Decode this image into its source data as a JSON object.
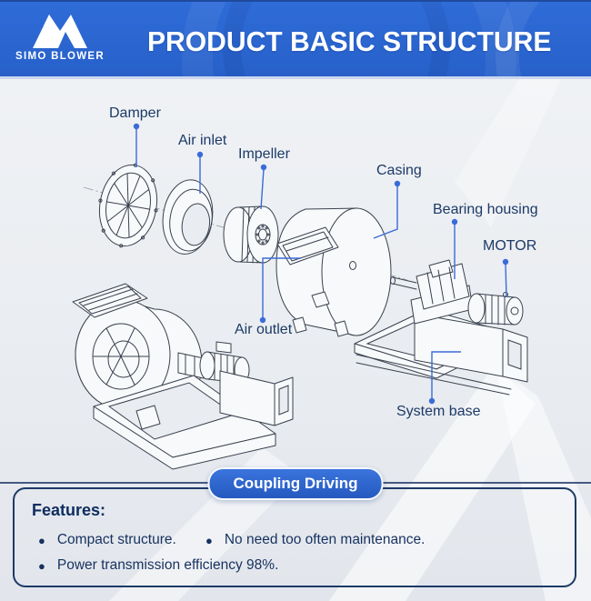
{
  "header": {
    "brand": "SIMO BLOWER",
    "title": "PRODUCT BASIC STRUCTURE"
  },
  "diagram": {
    "labels": [
      {
        "id": "damper",
        "text": "Damper"
      },
      {
        "id": "air-inlet",
        "text": "Air inlet"
      },
      {
        "id": "impeller",
        "text": "Impeller"
      },
      {
        "id": "casing",
        "text": "Casing"
      },
      {
        "id": "bearing-housing",
        "text": "Bearing housing"
      },
      {
        "id": "motor",
        "text": "MOTOR"
      },
      {
        "id": "air-outlet",
        "text": "Air outlet"
      },
      {
        "id": "system-base",
        "text": "System base"
      }
    ]
  },
  "badge": {
    "label": "Coupling Driving"
  },
  "features": {
    "heading": "Features:",
    "bullet": "●",
    "items": [
      "Compact structure.",
      "No need too often maintenance.",
      "Power transmission efficiency 98%."
    ]
  },
  "colors": {
    "header_blue": "#2b66d2",
    "label_navy": "#1c3a66",
    "leader_blue": "#3a6bd8",
    "badge_blue": "#2c68d4",
    "panel_border": "#1d3a66"
  }
}
